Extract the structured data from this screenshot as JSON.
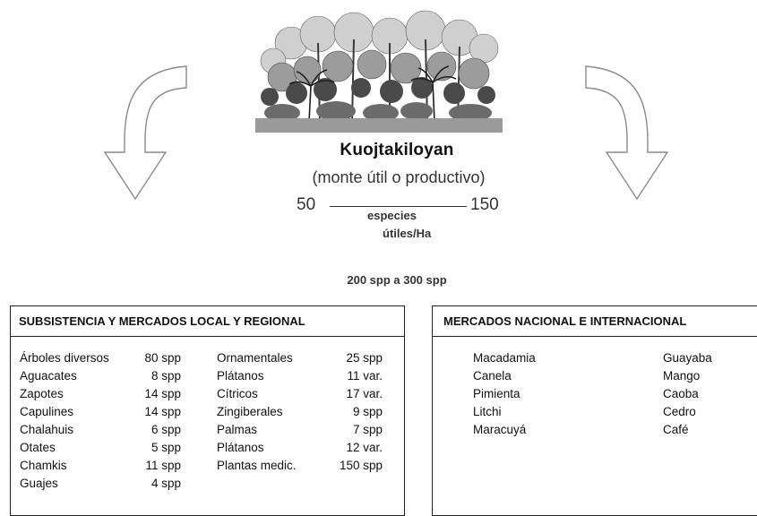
{
  "colors": {
    "text": "#111111",
    "border": "#222222",
    "arrow_stroke": "#8a8a8a",
    "ground": "#9a9a9a"
  },
  "illustration": {
    "icon": "rainforest-illustration"
  },
  "arrows": {
    "left_icon": "curved-arrow-down-left-icon",
    "right_icon": "curved-arrow-down-right-icon"
  },
  "forest": {
    "title": "Kuojtakiloyan",
    "subtitle": "(monte útil o productivo)",
    "range_min": "50",
    "range_max": "150",
    "range_unit_line1": "especies",
    "range_unit_line2": "útiles/Ha"
  },
  "total_species": "200 spp a 300 spp",
  "subsistence": {
    "header": "SUBSISTENCIA Y MERCADOS LOCAL Y REGIONAL",
    "col1": [
      {
        "name": "Árboles diversos",
        "qty": "80 spp"
      },
      {
        "name": "Aguacates",
        "qty": "8 spp"
      },
      {
        "name": "Zapotes",
        "qty": "14 spp"
      },
      {
        "name": "Capulines",
        "qty": "14 spp"
      },
      {
        "name": "Chalahuis",
        "qty": "6 spp"
      },
      {
        "name": "Otates",
        "qty": "5 spp"
      },
      {
        "name": "Chamkis",
        "qty": "11 spp"
      },
      {
        "name": "Guajes",
        "qty": "4 spp"
      }
    ],
    "col2": [
      {
        "name": "Ornamentales",
        "qty": "25 spp"
      },
      {
        "name": "Plátanos",
        "qty": "11 var."
      },
      {
        "name": "Cítricos",
        "qty": "17 var."
      },
      {
        "name": "Zingiberales",
        "qty": "9 spp"
      },
      {
        "name": "Palmas",
        "qty": "7 spp"
      },
      {
        "name": "Plátanos",
        "qty": "12 var."
      },
      {
        "name": "Plantas medic.",
        "qty": "150 spp"
      }
    ]
  },
  "national": {
    "header": "MERCADOS NACIONAL E INTERNACIONAL",
    "col1": [
      "Macadamia",
      "Canela",
      "Pimienta",
      "Litchi",
      "Maracuyá"
    ],
    "col2": [
      "Guayaba",
      "Mango",
      "Caoba",
      "Cedro",
      "Café"
    ]
  }
}
